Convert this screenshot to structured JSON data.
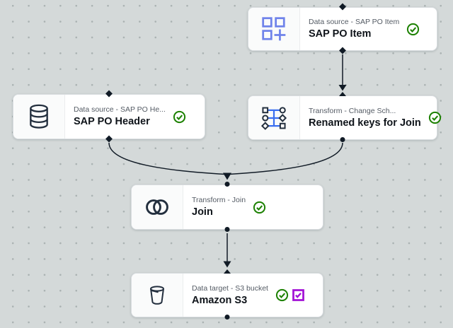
{
  "canvas": {
    "type": "visual-etl-job-graph",
    "background_color": "#d4d9d9",
    "dot_grid": true
  },
  "colors": {
    "canvas-bg": "#d4d9d9",
    "canvas-dot": "#a9b1b1",
    "node-bg": "#ffffff",
    "node-border": "#d9dde0",
    "icon-panel-bg": "#fafbfb",
    "type-text": "#545b64",
    "name-text": "#0f141a",
    "edge": "#111b26",
    "icon-navy": "#232f3e",
    "icon-periwinkle": "#6f83ea",
    "icon-blue": "#3b6ff0",
    "success-green": "#1d8102",
    "selected-purple": "#a312d6"
  },
  "nodes": [
    {
      "id": "sap-po-item",
      "type_label": "Data source - SAP PO Item",
      "name": "SAP PO Item",
      "icon": "custom-connector-grid-plus-icon",
      "status": "success-check",
      "ports": {
        "top": "diamond",
        "bottom": "diamond"
      }
    },
    {
      "id": "sap-po-header",
      "type_label": "Data source - SAP PO He...",
      "name": "SAP PO Header",
      "icon": "database-icon",
      "status": "success-check",
      "ports": {
        "top": "diamond",
        "bottom": "diamond"
      }
    },
    {
      "id": "renamed-keys-for-join",
      "type_label": "Transform - Change Sch...",
      "name": "Renamed keys for Join",
      "icon": "change-schema-icon",
      "status": "success-check",
      "ports": {
        "top": "triangle",
        "bottom": "circle"
      }
    },
    {
      "id": "join",
      "type_label": "Transform - Join",
      "name": "Join",
      "icon": "join-venn-icon",
      "status": "success-check",
      "ports": {
        "top": "circle",
        "bottom": "circle"
      }
    },
    {
      "id": "amazon-s3",
      "type_label": "Data target - S3 bucket",
      "name": "Amazon S3",
      "icon": "s3-bucket-icon",
      "status": "success-check",
      "selected": true,
      "ports": {
        "top": "triangle",
        "bottom": "circle"
      }
    }
  ],
  "edges": [
    {
      "from": "sap-po-item",
      "to": "renamed-keys-for-join"
    },
    {
      "from": "sap-po-header",
      "to": "join"
    },
    {
      "from": "renamed-keys-for-join",
      "to": "join"
    },
    {
      "from": "join",
      "to": "amazon-s3"
    }
  ]
}
